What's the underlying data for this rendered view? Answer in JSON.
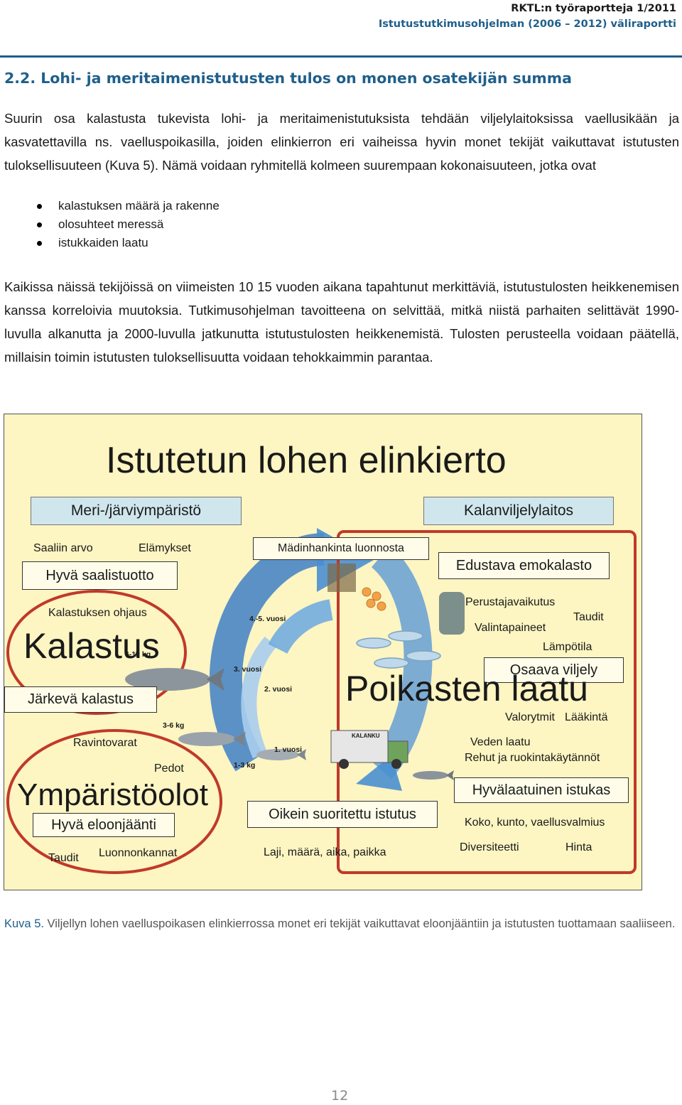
{
  "header": {
    "line1": "RKTL:n työraportteja 1/2011",
    "line2": "Istutustutkimusohjelman (2006 – 2012) väliraportti"
  },
  "section_title": "2.2. Lohi- ja meritaimenistutusten tulos on monen osatekijän summa",
  "paragraph1": "Suurin osa kalastusta tukevista lohi- ja meritaimenistutuksista tehdään viljelylaitoksissa vaellusikään ja kasvatettavilla ns. vaelluspoikasilla, joiden elinkierron eri vaiheissa hyvin monet tekijät vaikuttavat istutusten tuloksellisuuteen (Kuva 5). Nämä voidaan ryhmitellä kolmeen suurempaan kokonaisuuteen, jotka ovat",
  "bullets": [
    "kalastuksen määrä ja rakenne",
    "olosuhteet meressä",
    "istukkaiden laatu"
  ],
  "paragraph2": "Kaikissa näissä tekijöissä on viimeisten 10 15 vuoden aikana tapahtunut merkittäviä, istutustulosten heikkenemisen kanssa korreloivia muutoksia. Tutkimusohjelman tavoitteena on selvittää, mitkä niistä parhaiten selittävät 1990-luvulla alkanutta ja 2000-luvulla jatkunutta istutustulosten heikkenemistä. Tulosten perusteella voidaan päätellä, millaisin toimin istutusten tuloksellisuutta voidaan tehokkaimmin parantaa.",
  "figure": {
    "title": "Istutetun lohen elinkierto",
    "env_label": "Meri-/järviympäristö",
    "farm_label": "Kalanviljelylaitos",
    "saaliin_arvo": "Saaliin arvo",
    "elamykset": "Elämykset",
    "hyva_saalistuotto": "Hyvä saalistuotto",
    "kalastuksen_ohjaus": "Kalastuksen ohjaus",
    "kalastus": "Kalastus",
    "jarkeva_kalastus": "Järkevä kalastus",
    "ravintovarat": "Ravintovarat",
    "pedot": "Pedot",
    "ymparistoolot": "Ympäristöolot",
    "hyva_eloonjaanti": "Hyvä eloonjäänti",
    "taudit_left": "Taudit",
    "luonnonkannat": "Luonnonkannat",
    "madinhankinta": "Mädinhankinta luonnosta",
    "edustava_emokalasto": "Edustava emokalasto",
    "perustajavaikutus": "Perustajavaikutus",
    "taudit_right": "Taudit",
    "valintapaineet": "Valintapaineet",
    "lampotila": "Lämpötila",
    "osaava_viljely": "Osaava viljely",
    "poikasten_laatu": "Poikasten laatu",
    "valorytmit": "Valorytmit",
    "laakinta": "Lääkintä",
    "veden_laatu": "Veden laatu",
    "rehut": "Rehut ja ruokintakäytännöt",
    "hyvalaatuinen_istukas": "Hyvälaatuinen istukas",
    "koko_kunto": "Koko, kunto, vaellusvalmius",
    "diversiteetti": "Diversiteetti",
    "hinta": "Hinta",
    "oikein_suoritettu": "Oikein suoritettu istutus",
    "laji_maara": "Laji, määrä, aika, paikka",
    "w_6_12": "6-12 kg",
    "w_3_6": "3-6 kg",
    "w_1_3": "1-3 kg",
    "y_45": "4.-5. vuosi",
    "y_3": "3. vuosi",
    "y_2": "2. vuosi",
    "y_1": "1. vuosi",
    "truck_text": "KALANKU"
  },
  "caption_label": "Kuva 5.",
  "caption_text": " Viljellyn lohen vaelluspoikasen elinkierrossa monet eri tekijät vaikuttavat eloonjääntiin ja istutusten tuottamaan saaliiseen.",
  "page_number": "12",
  "colors": {
    "accent": "#1f5f8b",
    "figure_bg": "#fdf5c2",
    "circle": "#c0392b",
    "arrow_blue": "#4a8fd0"
  }
}
